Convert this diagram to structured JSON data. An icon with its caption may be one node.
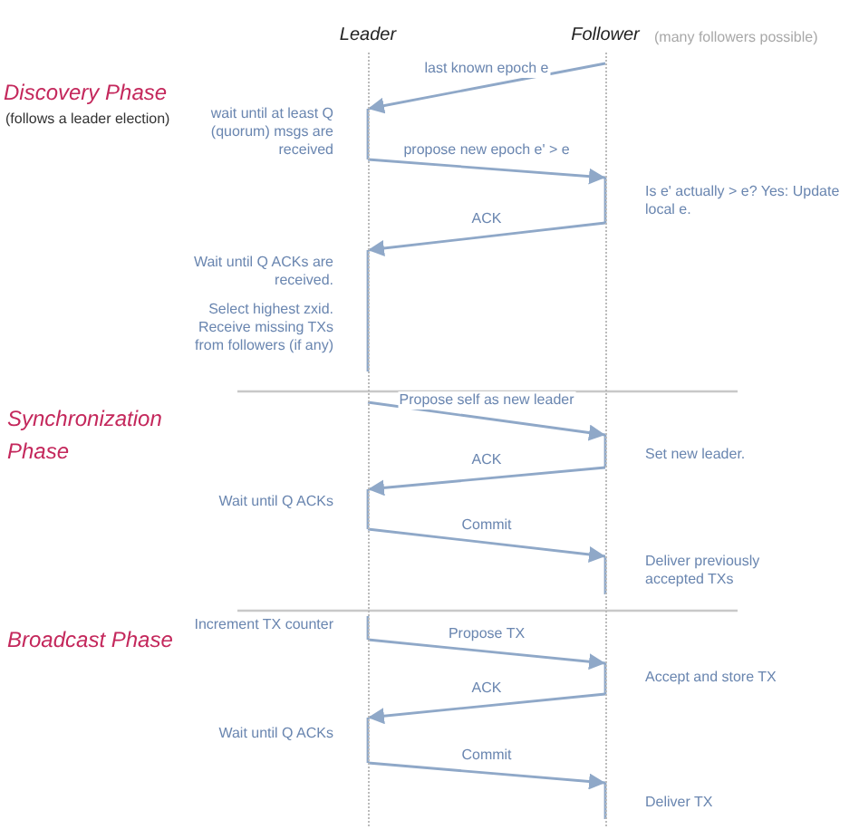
{
  "diagram": {
    "nodes": [
      {
        "text": [
          "Leader"
        ]
      },
      {
        "text": [
          "Follower"
        ],
        "beside": [
          "(many followers possible)"
        ]
      }
    ],
    "edges": [
      {
        "from": 1,
        "to": 0,
        "arrow": "to",
        "label": "last known epoch e"
      },
      {
        "from": 0,
        "to": 1,
        "arrow": "to",
        "label": "propose new epoch e' > e"
      },
      {
        "from": 1,
        "to": 0,
        "arrow": "to",
        "label": "ACK"
      },
      {
        "from": 0,
        "to": 1,
        "arrow": "to",
        "label": "Propose self as new leader"
      },
      {
        "from": 1,
        "to": 0,
        "arrow": "to",
        "label": "ACK"
      },
      {
        "from": 0,
        "to": 1,
        "arrow": "to",
        "label": "Commit"
      },
      {
        "from": 0,
        "to": 1,
        "arrow": "to",
        "label": "Propose TX"
      },
      {
        "from": 1,
        "to": 0,
        "arrow": "to",
        "label": "ACK"
      },
      {
        "from": 0,
        "to": 1,
        "arrow": "to",
        "label": "Commit"
      }
    ],
    "labels": [
      "Discovery Phase",
      "(follows a leader election)",
      "wait until at least Q (quorum) msgs are received",
      "Is e' actually > e? Yes: Update local e.",
      "Wait until Q ACKs are received.",
      "Select highest zxid. Receive missing TXs from followers (if any)",
      "Synchronization Phase",
      "Set new leader.",
      "Wait until Q ACKs",
      "Deliver previously accepted TXs",
      "Broadcast Phase",
      "Increment TX counter",
      "Accept and store TX",
      "Wait until Q ACKs",
      "Deliver TX"
    ]
  }
}
